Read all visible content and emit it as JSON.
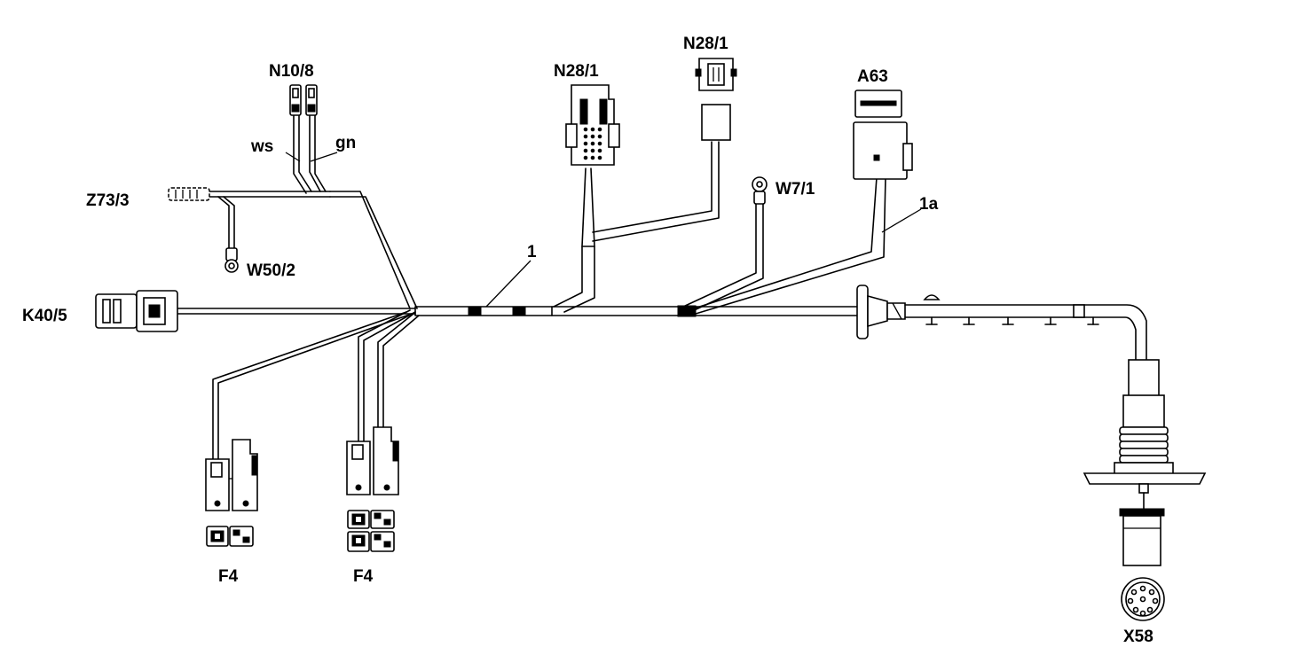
{
  "diagram": {
    "labels": {
      "n10_8": "N10/8",
      "ws": "ws",
      "gn": "gn",
      "n28_1_a": "N28/1",
      "n28_1_b": "N28/1",
      "a63": "A63",
      "z73_3": "Z73/3",
      "w7_1": "W7/1",
      "w50_2": "W50/2",
      "one": "1",
      "one_a": "1a",
      "k40_5": "K40/5",
      "f4_left": "F4",
      "f4_right": "F4",
      "x58": "X58"
    }
  }
}
